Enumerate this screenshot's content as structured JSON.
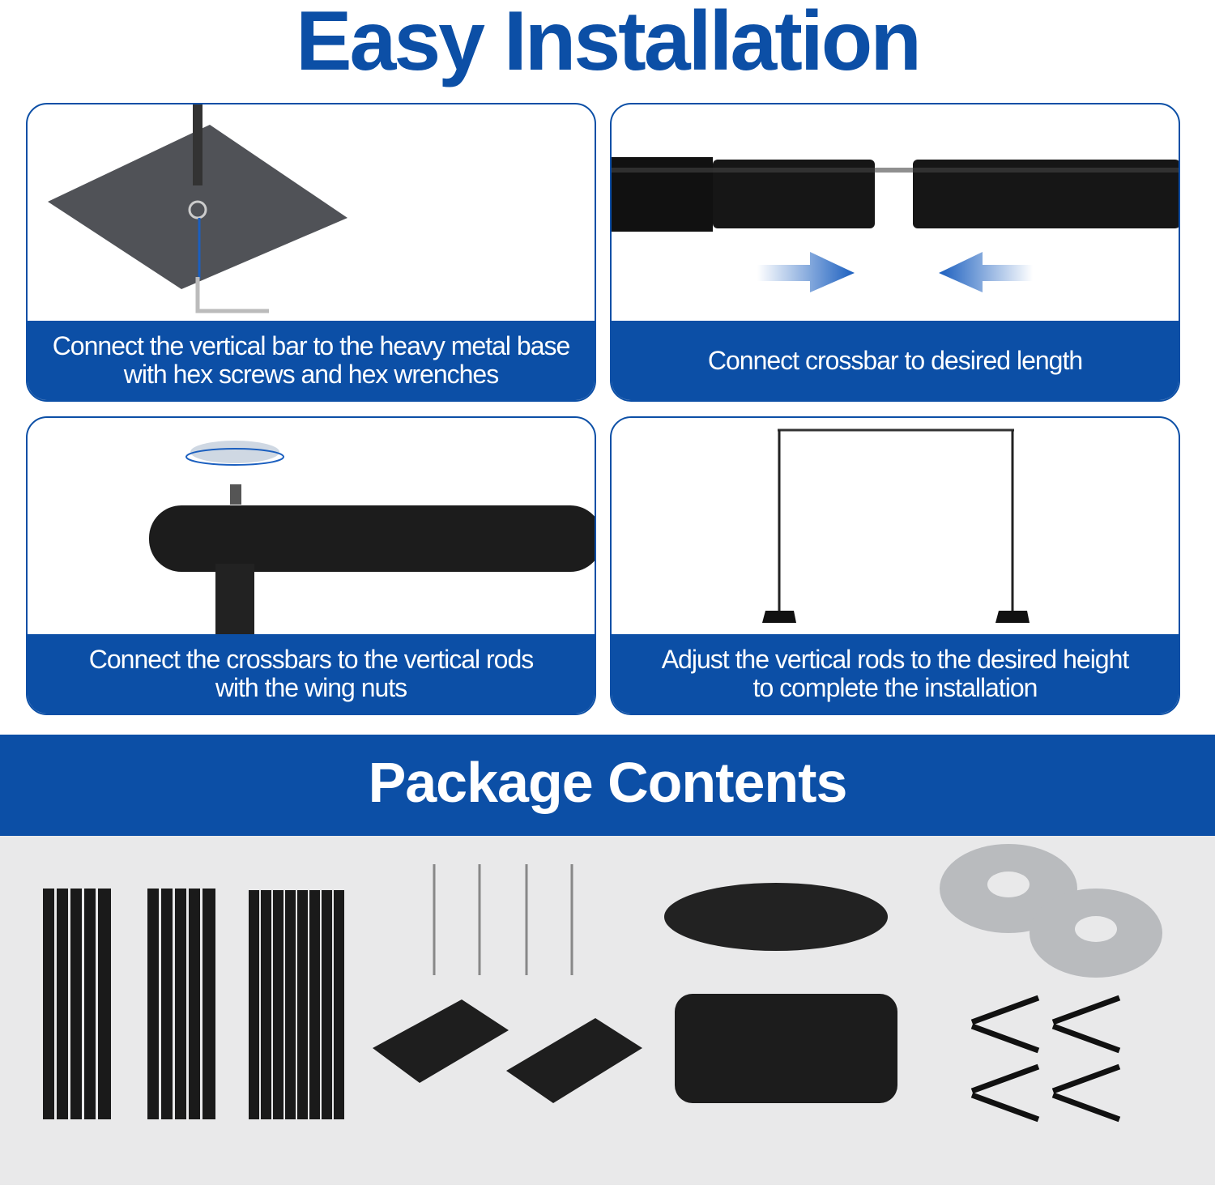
{
  "title": "Easy Installation",
  "steps": [
    {
      "line1": "Connect the vertical bar to the heavy metal base",
      "line2": "with hex screws and hex wrenches"
    },
    {
      "line1": "Connect crossbar to desired length",
      "line2": ""
    },
    {
      "line1": "Connect the crossbars to the vertical rods",
      "line2": "with the wing nuts"
    },
    {
      "line1": "Adjust the vertical rods to the desired height",
      "line2": "to complete the installation"
    }
  ],
  "package_title": "Package Contents",
  "colors": {
    "brand_blue": "#0c4fa6",
    "contents_bg": "#e9e9ea"
  }
}
